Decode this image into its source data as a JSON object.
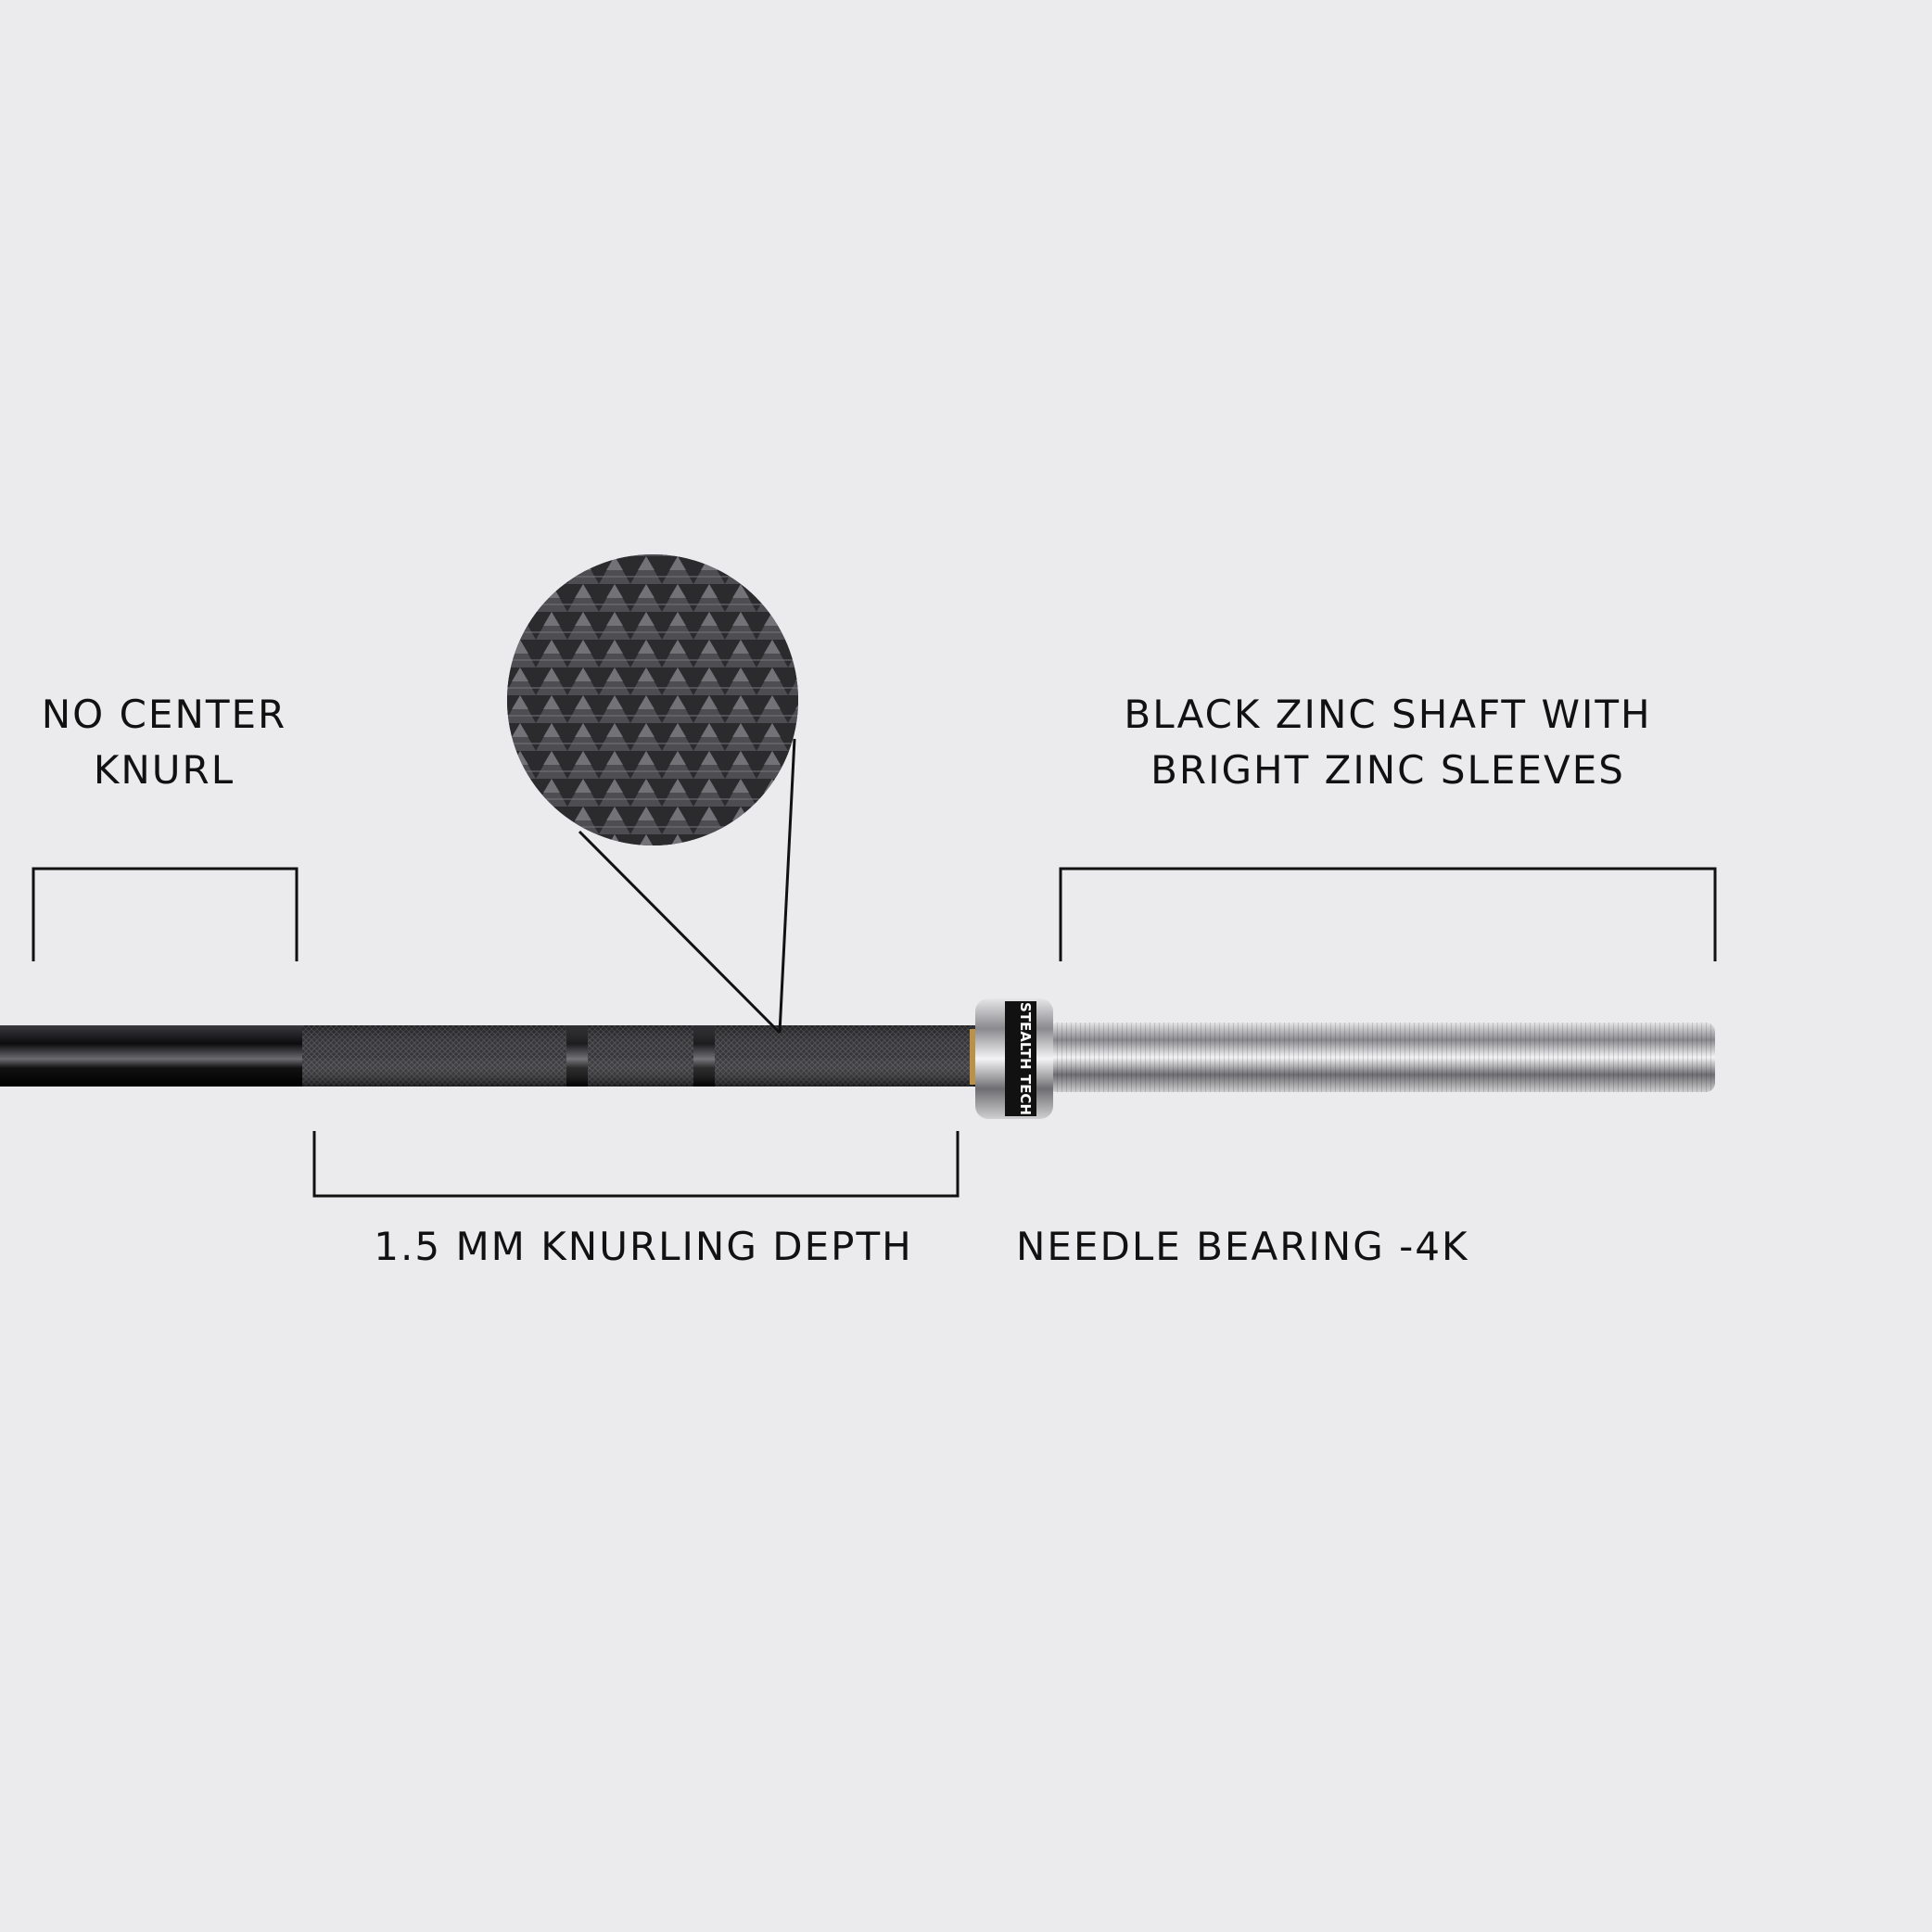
{
  "labels": {
    "no_center_knurl": [
      "NO CENTER",
      "KNURL"
    ],
    "shaft_sleeves": [
      "BLACK ZINC SHAFT WITH",
      "BRIGHT ZINC SLEEVES"
    ],
    "knurling_depth": "1.5 MM KNURLING DEPTH",
    "needle_bearing": "NEEDLE BEARING -4K"
  },
  "collar_logo": "STEALTH TECH",
  "colors": {
    "background": "#ebebed",
    "shaft": "#141416",
    "sleeve": "#c8c8ca",
    "line": "#111111"
  }
}
